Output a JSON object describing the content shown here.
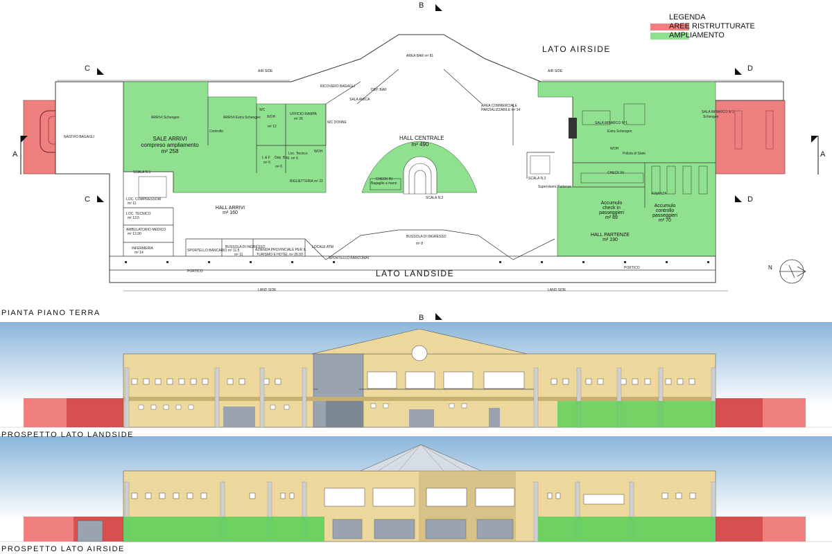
{
  "colors": {
    "restructured": "#f08080",
    "expansion": "#8fe08f",
    "facade_wall": "#f0dca0",
    "facade_glass": "#9aa4b0",
    "sky_top": "#8ab6da",
    "sky_bottom": "#ffffff"
  },
  "legend": {
    "title": "LEGENDA",
    "items": [
      {
        "label": "AREE RISTRUTTURATE",
        "color": "#f08080"
      },
      {
        "label": "AMPLIAMENTO",
        "color": "#8fe08f"
      }
    ]
  },
  "plan": {
    "title": "PIANTA PIANO TERRA",
    "airside_label": "LATO AIRSIDE",
    "landside_label": "LATO LANDSIDE",
    "air_side_small": "AIR SIDE",
    "land_side_small": "LAND SIDE",
    "portico": "PORTICO",
    "section_marks": {
      "a": "A",
      "b": "B",
      "c": "C",
      "d": "D"
    },
    "north": "N",
    "rooms": {
      "nastro_bagagli": "NASTRO BAGAGLI",
      "arrivi_schengen": "ARRIVI Schengen",
      "arrivi_extra": "ARRIVI Extra Schengen",
      "sale_arrivi_1": "SALE ARRIVI",
      "sale_arrivi_2": "compreso ampliamento",
      "sale_arrivi_3": "m² 258",
      "controllo": "Controllo",
      "wc": "WC",
      "woh": "WOH",
      "mq12": "m² 12",
      "ufficio_rampa": "UFFICIO RAMPA",
      "ufficio_rampa_mq": "m² 26",
      "wc_donne": "WC DONNE",
      "ricovero": "RICOVERO BAGAGLI",
      "sala_amica": "SALA AMICA",
      "dep_bar": "DEP. BAR",
      "area_bar": "AREA BAR m² 81",
      "lf": "L & F",
      "lf_mq": "m² 6",
      "dep_bag": "Dep. Bag.",
      "dep_bag_mq": "m² 6",
      "loc_tecnico": "Loc. Tecnico",
      "loc_tecnico_mq": "m² 6",
      "biglietteria": "BIGLIETTERIA m² 22",
      "hall_centrale": "HALL CENTRALE",
      "hall_centrale_mq": "m² 490",
      "check_in_bag": "CHECK IN",
      "check_in_bag2": "Bagaglio a mano",
      "scala2": "SCALA N.2",
      "area_commerciale": "AREA COMMERCIALE",
      "area_commerciale2": "PARZIALIZZABILE m² 34",
      "scala1": "SCALA N.1",
      "scala3": "SCALA N.3",
      "loc_compressori": "LOC. COMPRESSORI",
      "loc_compressori_mq": "m² 11",
      "loc_tecnico2": "LOC. TECNICO",
      "loc_tecnico2_mq": "m² 13.5",
      "ambulatorio": "AMBULATORIO MEDICO",
      "ambulatorio_mq": "m² 13.90",
      "infermeria": "INFERMERIA",
      "infermeria_mq": "m² 14",
      "hall_arrivi": "HALL ARRIVI",
      "hall_arrivi_mq": "m² 160",
      "sportello_bancario": "SPORTELLO BANCARIO m² 11.5",
      "bussola_ingresso": "BUSSOLA DI INGRESSO",
      "bussola_ingresso_mq": "m² 11",
      "azienda": "AZIENDA PROVINCIALE PER IL",
      "azienda2": "TURISMO E HOTEL m² 26.50",
      "locale_atm": "LOCALE ATM",
      "sportello_bancomat": "SPORTELLO BANCOMAT",
      "bussola_centrale": "BUSSOLA DI INGRESSO",
      "bussola_centrale_mq": "m² 8",
      "sala_imbarco1": "SALA IMBARCO N°1",
      "sala_imbarco1_b": "Extra Schengen",
      "sala_imbarco2": "SALA IMBARCO N°2",
      "sala_imbarco2_b": "Schengen",
      "polizia": "Polizia di Stato",
      "check_in": "CHECK IN",
      "supervisore": "Supervisore Partenze",
      "finanza": "FINANZA",
      "accumulo1_a": "Accumulo",
      "accumulo1_b": "check in",
      "accumulo1_c": "passeggieri",
      "accumulo1_d": "m² 89",
      "accumulo2_a": "Accumulo",
      "accumulo2_b": "controllo",
      "accumulo2_c": "passeggieri",
      "accumulo2_d": "m² 70",
      "hall_partenze": "HALL PARTENZE",
      "hall_partenze_mq": "m² 190"
    }
  },
  "elevations": {
    "landside_title": "PROSPETTO LATO LANDSIDE",
    "airside_title": "PROSPETTO LATO AIRSIDE"
  }
}
